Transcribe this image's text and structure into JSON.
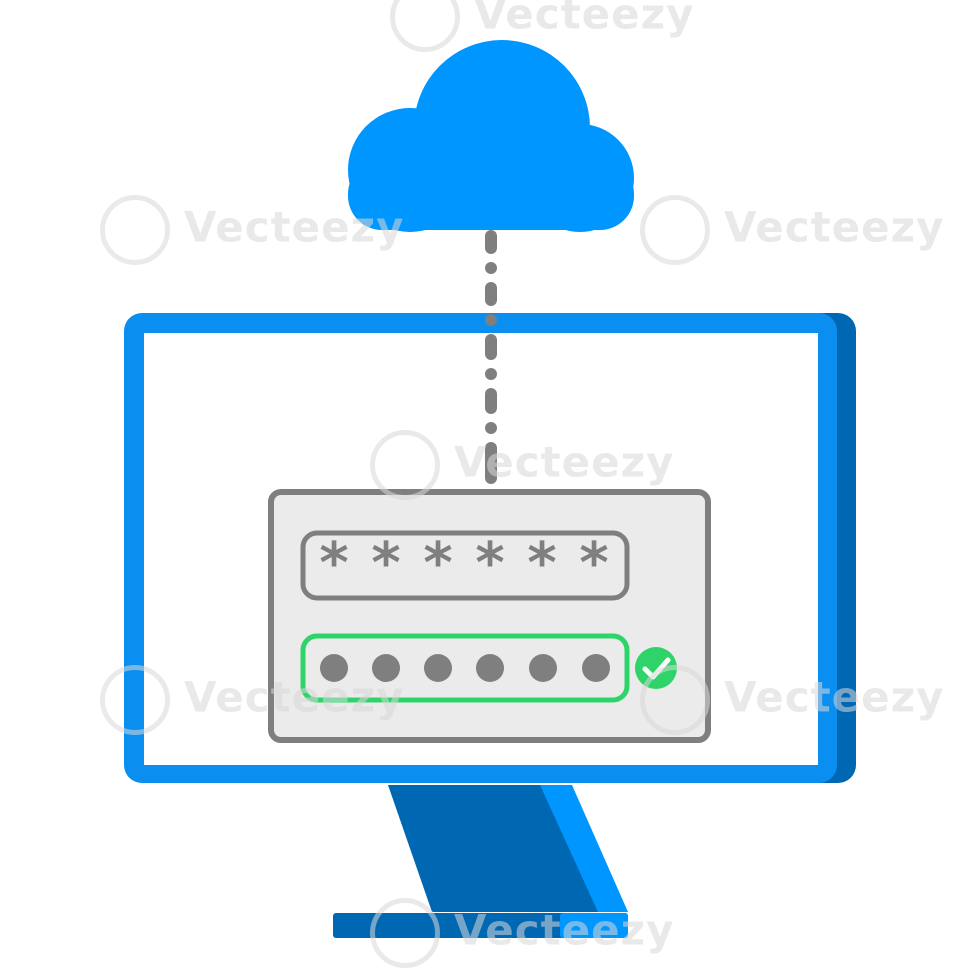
{
  "watermark": {
    "text": "Vecteezy"
  },
  "icons": {
    "cloud": "cloud-icon",
    "monitor": "monitor-icon",
    "password_panel": "password-panel",
    "masked_asterisks": "asterisk-icon",
    "masked_dots": "dot-icon",
    "verified": "check-circle-icon"
  },
  "fields": {
    "password_masked": {
      "mask_count": 6,
      "state": "neutral"
    },
    "password_confirm": {
      "mask_count": 6,
      "state": "valid"
    }
  },
  "colors": {
    "cloud": "#0096ff",
    "monitor_frame": "#0a8ff0",
    "monitor_shadow": "#0068b3",
    "stand": "#0068b3",
    "panel_bg": "#ebebeb",
    "panel_border": "#7f7f7f",
    "mask_glyph": "#7f7f7f",
    "valid": "#2ed46a",
    "connector": "#7f7f7f"
  }
}
